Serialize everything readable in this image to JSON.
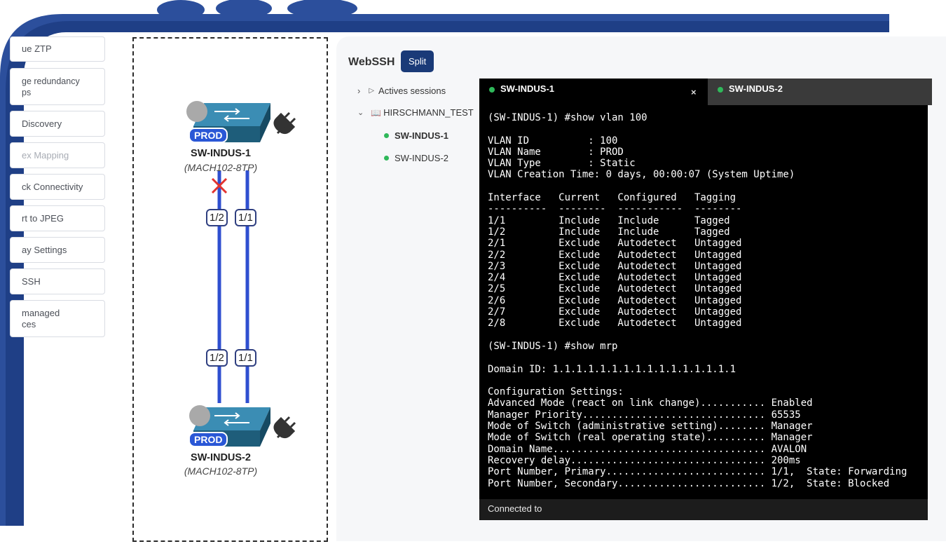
{
  "menu": {
    "items": [
      {
        "label": "ue ZTP"
      },
      {
        "label": "ge redundancy\nps"
      },
      {
        "label": "Discovery"
      },
      {
        "label": "ex Mapping"
      },
      {
        "label": "ck Connectivity"
      },
      {
        "label": "rt to JPEG"
      },
      {
        "label": "ay Settings"
      },
      {
        "label": "SSH"
      },
      {
        "label": " managed\nces"
      }
    ]
  },
  "topology": {
    "switch1": {
      "name": "SW-INDUS-1",
      "model": "(MACH102-8TP)",
      "badge": "PROD"
    },
    "switch2": {
      "name": "SW-INDUS-2",
      "model": "(MACH102-8TP)",
      "badge": "PROD"
    },
    "links": {
      "left_top": "1/2",
      "right_top": "1/1",
      "left_bottom": "1/2",
      "right_bottom": "1/1"
    },
    "colors": {
      "link": "#2f4fd0",
      "switch": "#1e5d7a",
      "blocked": "#e2332f"
    }
  },
  "webssh": {
    "title": "WebSSH",
    "split_label": "Split",
    "tree": {
      "sessions": "Actives sessions",
      "group": "HIRSCHMANN_TEST",
      "hosts": [
        "SW-INDUS-1",
        "SW-INDUS-2"
      ]
    }
  },
  "terminal": {
    "tabs": [
      {
        "label": "SW-INDUS-1",
        "close": "×"
      },
      {
        "label": "SW-INDUS-2"
      }
    ],
    "lines": [
      "(SW-INDUS-1) #show vlan 100",
      "",
      "VLAN ID          : 100",
      "VLAN Name        : PROD",
      "VLAN Type        : Static",
      "VLAN Creation Time: 0 days, 00:00:07 (System Uptime)",
      "",
      "Interface   Current   Configured   Tagging",
      "----------  --------  -----------  --------",
      "1/1         Include   Include      Tagged",
      "1/2         Include   Include      Tagged",
      "2/1         Exclude   Autodetect   Untagged",
      "2/2         Exclude   Autodetect   Untagged",
      "2/3         Exclude   Autodetect   Untagged",
      "2/4         Exclude   Autodetect   Untagged",
      "2/5         Exclude   Autodetect   Untagged",
      "2/6         Exclude   Autodetect   Untagged",
      "2/7         Exclude   Autodetect   Untagged",
      "2/8         Exclude   Autodetect   Untagged",
      "",
      "(SW-INDUS-1) #show mrp",
      "",
      "Domain ID: 1.1.1.1.1.1.1.1.1.1.1.1.1.1.1.1",
      "",
      "Configuration Settings:",
      "Advanced Mode (react on link change)........... Enabled",
      "Manager Priority............................... 65535",
      "Mode of Switch (administrative setting)........ Manager",
      "Mode of Switch (real operating state).......... Manager",
      "Domain Name.................................... AVALON",
      "Recovery delay................................. 200ms",
      "Port Number, Primary........................... 1/1,  State: Forwarding",
      "Port Number, Secondary......................... 1/2,  State: Blocked"
    ],
    "footer": "Connected to"
  }
}
